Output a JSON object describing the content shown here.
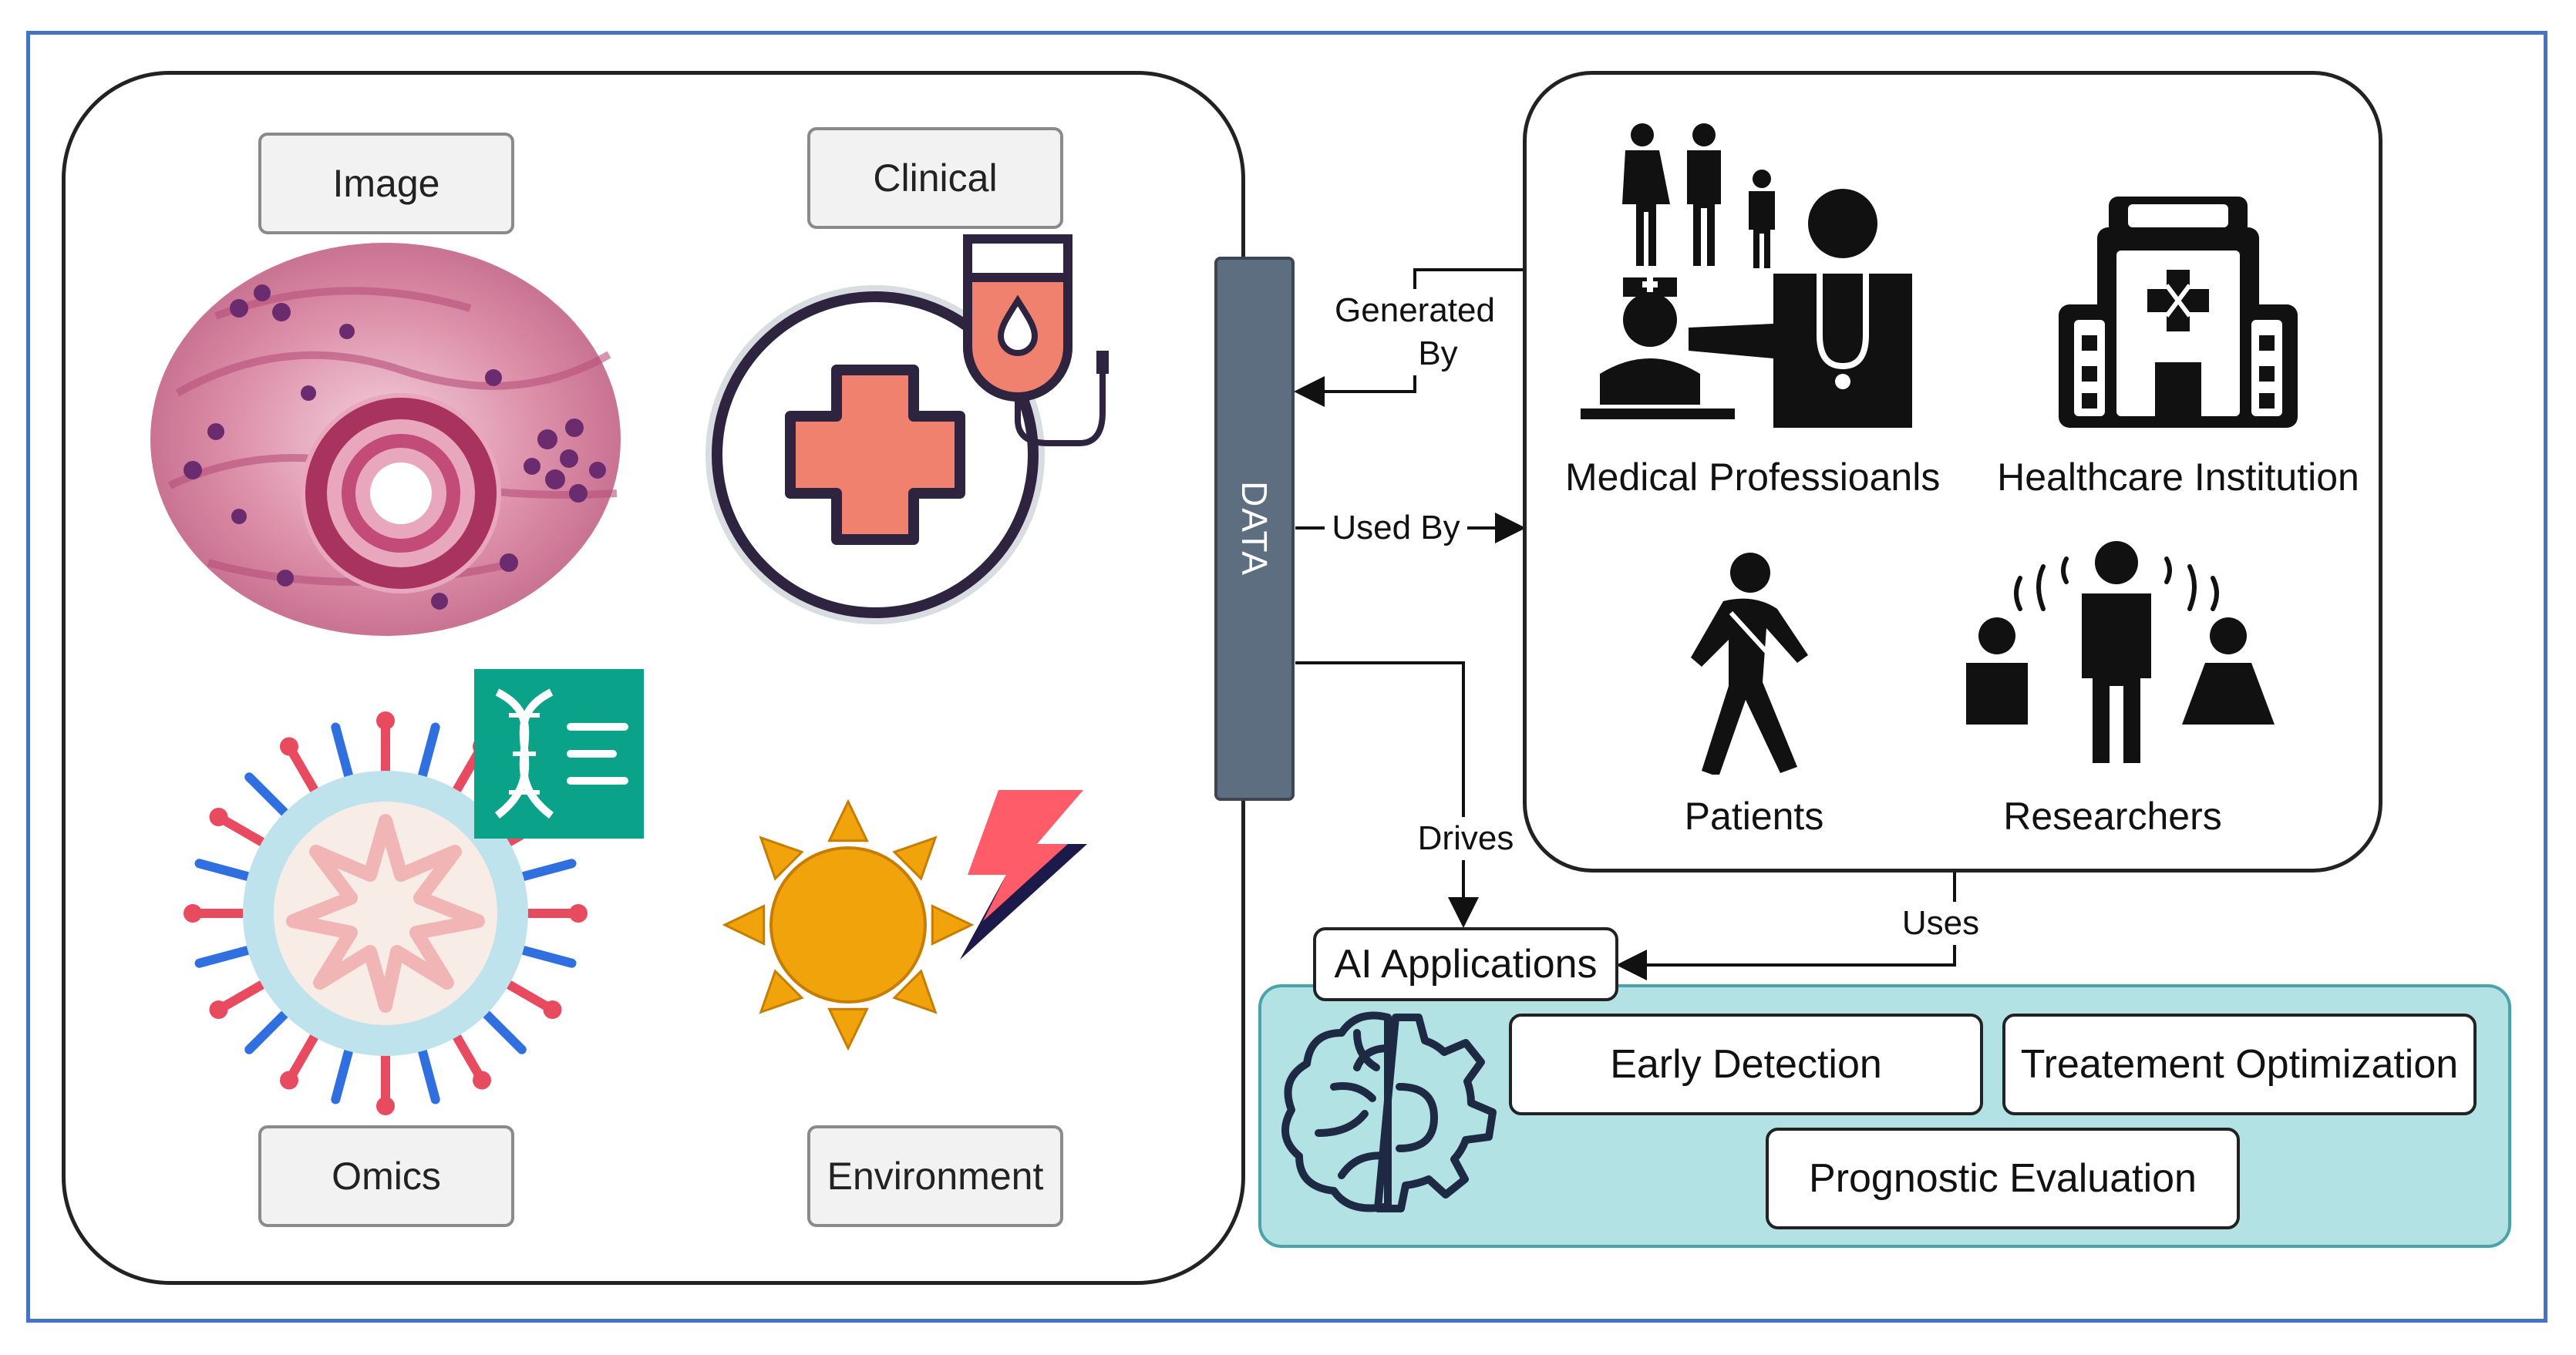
{
  "data_sources": {
    "image": "Image",
    "clinical": "Clinical",
    "omics": "Omics",
    "environment": "Environment"
  },
  "data_bar": "DATA",
  "flows": {
    "generated_by_line1": "Generated",
    "generated_by_line2": "By",
    "used_by": "Used By",
    "drives": "Drives",
    "uses": "Uses"
  },
  "stakeholders": {
    "medical": "Medical Professioanls",
    "institution": "Healthcare Institution",
    "patients": "Patients",
    "researchers": "Researchers"
  },
  "ai": {
    "title": "AI Applications",
    "early_detection": "Early Detection",
    "treatment": "Treatement Optimization",
    "prognostic": "Prognostic Evaluation"
  },
  "icons": {
    "tissue": "histology-tissue-image",
    "clinical": "medical-cross-iv-bag-icon",
    "virus": "virus-omics-icon",
    "dna": "dna-document-icon",
    "sun": "sun-icon",
    "lightning": "lightning-icon",
    "family": "family-icon",
    "doctor": "doctor-nurse-icon",
    "hospital": "hospital-icon",
    "patient": "patient-walking-icon",
    "researchers": "researchers-group-icon",
    "brain_gear": "brain-gear-icon"
  },
  "colors": {
    "frame": "#4472c4",
    "data_bar": "#5d6e80",
    "ai_panel": "#b2e2e4",
    "cross": "#f0816f",
    "sun": "#f0a30a",
    "dna_bg": "#0aa38a"
  }
}
